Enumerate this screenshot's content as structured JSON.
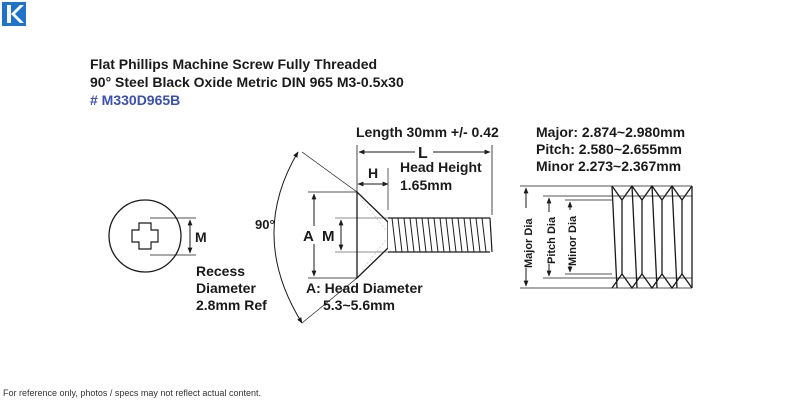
{
  "brand": {
    "logo": "K",
    "logo_color": "#1f73c8",
    "part_color": "#3b4fb0"
  },
  "title": {
    "line1": "Flat Phillips Machine Screw Fully Threaded",
    "line2": "90° Steel Black Oxide Metric DIN 965 M3-0.5x30",
    "part_number": "# M330D965B"
  },
  "drawing": {
    "head_view_m": "M",
    "recess_line1": "Recess",
    "recess_line2": "Diameter",
    "recess_line3": "2.8mm Ref",
    "angle": "90°",
    "length_text": "Length 30mm +/- 0.42",
    "length_symbol": "L",
    "head_height_symbol": "H",
    "head_height_line1": "Head Height",
    "head_height_line2": "1.65mm",
    "side_a": "A",
    "side_m": "M",
    "head_dia_line1": "A: Head Diameter",
    "head_dia_line2": "5.3~5.6mm",
    "major": "Major: 2.874~2.980mm",
    "pitch": "Pitch: 2.580~2.655mm",
    "minor": "Minor 2.273~2.367mm",
    "major_dia_label": "Major Dia",
    "pitch_dia_label": "Pitch Dia",
    "minor_dia_label": "Minor Dia"
  },
  "footer": {
    "disclaimer": "For reference only, photos / specs may not reflect actual content."
  }
}
